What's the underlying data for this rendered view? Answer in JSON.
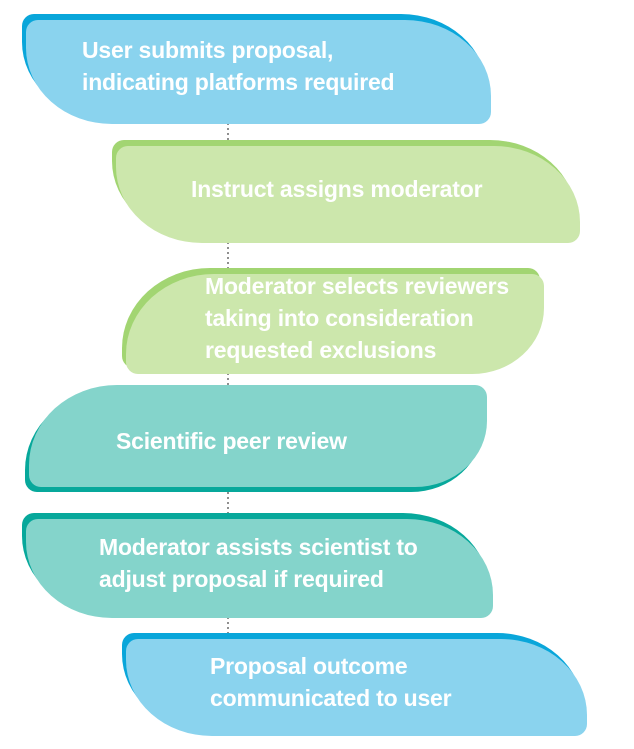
{
  "colors": {
    "blue": "#09A6DA",
    "green": "#A2D572",
    "teal": "#07A89B",
    "text": "#FFFFFF",
    "connector": "#8F8F8F",
    "blue_tint": "#8AD3EE",
    "green_tint": "#CCE7AC",
    "teal_tint": "#84D4CB"
  },
  "steps": [
    {
      "name": "user-submits-proposal",
      "color": "blue",
      "lines": [
        "User submits proposal,",
        "indicating platforms required"
      ]
    },
    {
      "name": "instruct-assigns-moderator",
      "color": "green",
      "lines": [
        "Instruct assigns moderator"
      ]
    },
    {
      "name": "moderator-selects-reviewers",
      "color": "green",
      "lines": [
        "Moderator selects reviewers",
        "taking into consideration",
        "requested exclusions"
      ]
    },
    {
      "name": "scientific-peer-review",
      "color": "teal",
      "lines": [
        "Scientific peer review"
      ]
    },
    {
      "name": "moderator-assists-scientist",
      "color": "teal",
      "lines": [
        "Moderator assists scientist to",
        "adjust proposal if required"
      ]
    },
    {
      "name": "proposal-outcome-communicated",
      "color": "blue",
      "lines": [
        "Proposal outcome",
        "communicated to user"
      ]
    }
  ]
}
